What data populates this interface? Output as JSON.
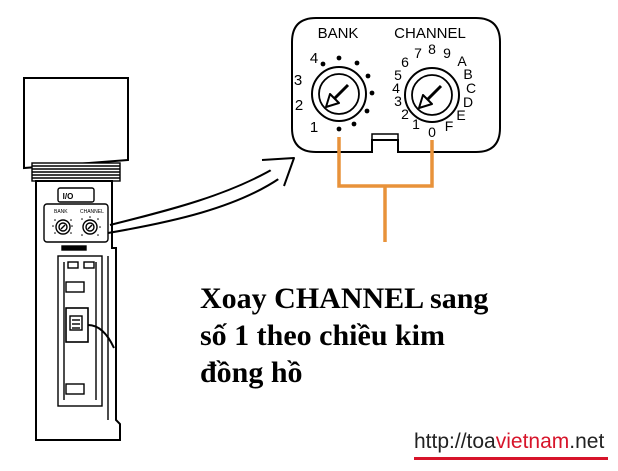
{
  "dial_panel": {
    "bank_label": "BANK",
    "channel_label": "CHANNEL",
    "bank_numbers": [
      "1",
      "2",
      "3",
      "4"
    ],
    "channel_numbers": [
      "0",
      "1",
      "2",
      "3",
      "4",
      "5",
      "6",
      "7",
      "8",
      "9",
      "A",
      "B",
      "C",
      "D",
      "E",
      "F"
    ]
  },
  "module": {
    "io_label": "I/O",
    "bank_label": "BANK",
    "channel_label": "CHANNEL"
  },
  "caption": {
    "line1": "Xoay CHANNEL sang",
    "line2": "số 1 theo chiều kim",
    "line3": "đồng hồ"
  },
  "watermark": {
    "prefix": "http://toa",
    "brand": "vietnam",
    "suffix": ".net"
  },
  "colors": {
    "connector": "#e8923a",
    "brand": "#d7142a"
  },
  "icons": [
    "bank-rotary-switch-icon",
    "channel-rotary-switch-icon",
    "arrow-icon"
  ]
}
